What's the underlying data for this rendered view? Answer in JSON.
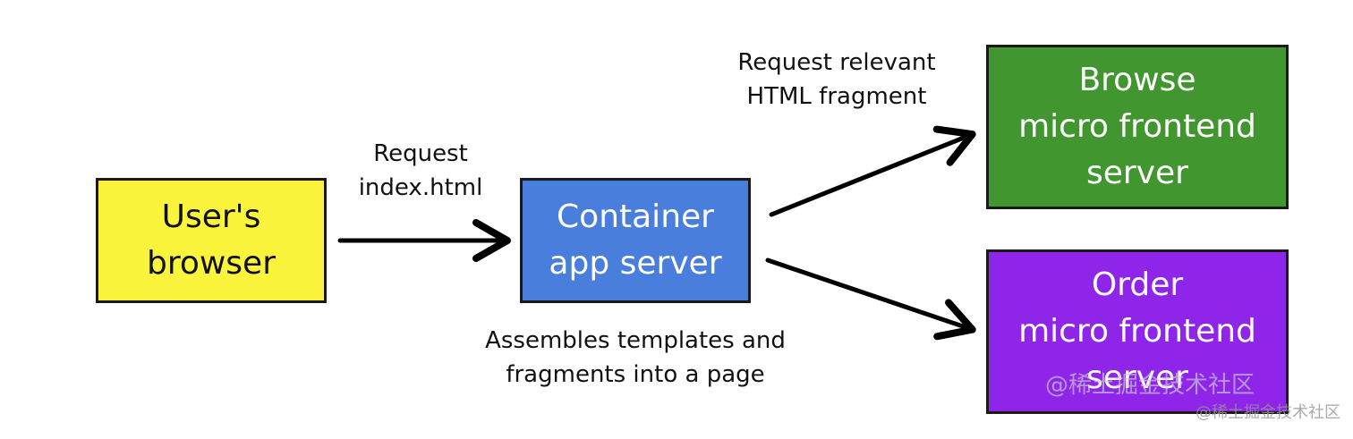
{
  "boxes": {
    "browser": "User's\nbrowser",
    "container": "Container\napp server",
    "browse": "Browse\nmicro frontend\nserver",
    "order": "Order\nmicro frontend\nserver"
  },
  "notes": {
    "request_index": "Request\nindex.html",
    "request_fragment": "Request relevant\nHTML fragment",
    "assembles": "Assembles templates and\nfragments into a page"
  },
  "watermark": {
    "inner": "@稀土掘金技术社区",
    "corner": "@稀土掘金技术社区"
  },
  "colors": {
    "browser": "#fbf43c",
    "container": "#4a7edc",
    "browse": "#42962f",
    "order": "#9025ea"
  }
}
